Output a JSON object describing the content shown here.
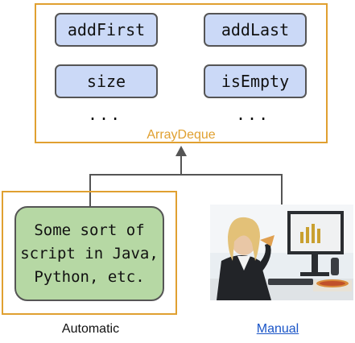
{
  "array_deque": {
    "title": "ArrayDeque",
    "methods": [
      "addFirst",
      "addLast",
      "size",
      "isEmpty"
    ],
    "ellipsis": "..."
  },
  "automatic": {
    "script_text": "Some sort of script in Java, Python, etc.",
    "label": "Automatic"
  },
  "manual": {
    "label": "Manual"
  },
  "colors": {
    "deque_border": "#e0a030",
    "method_fill": "#cbd9f7",
    "script_fill": "#b6d8a4",
    "link": "#1a55c8"
  }
}
